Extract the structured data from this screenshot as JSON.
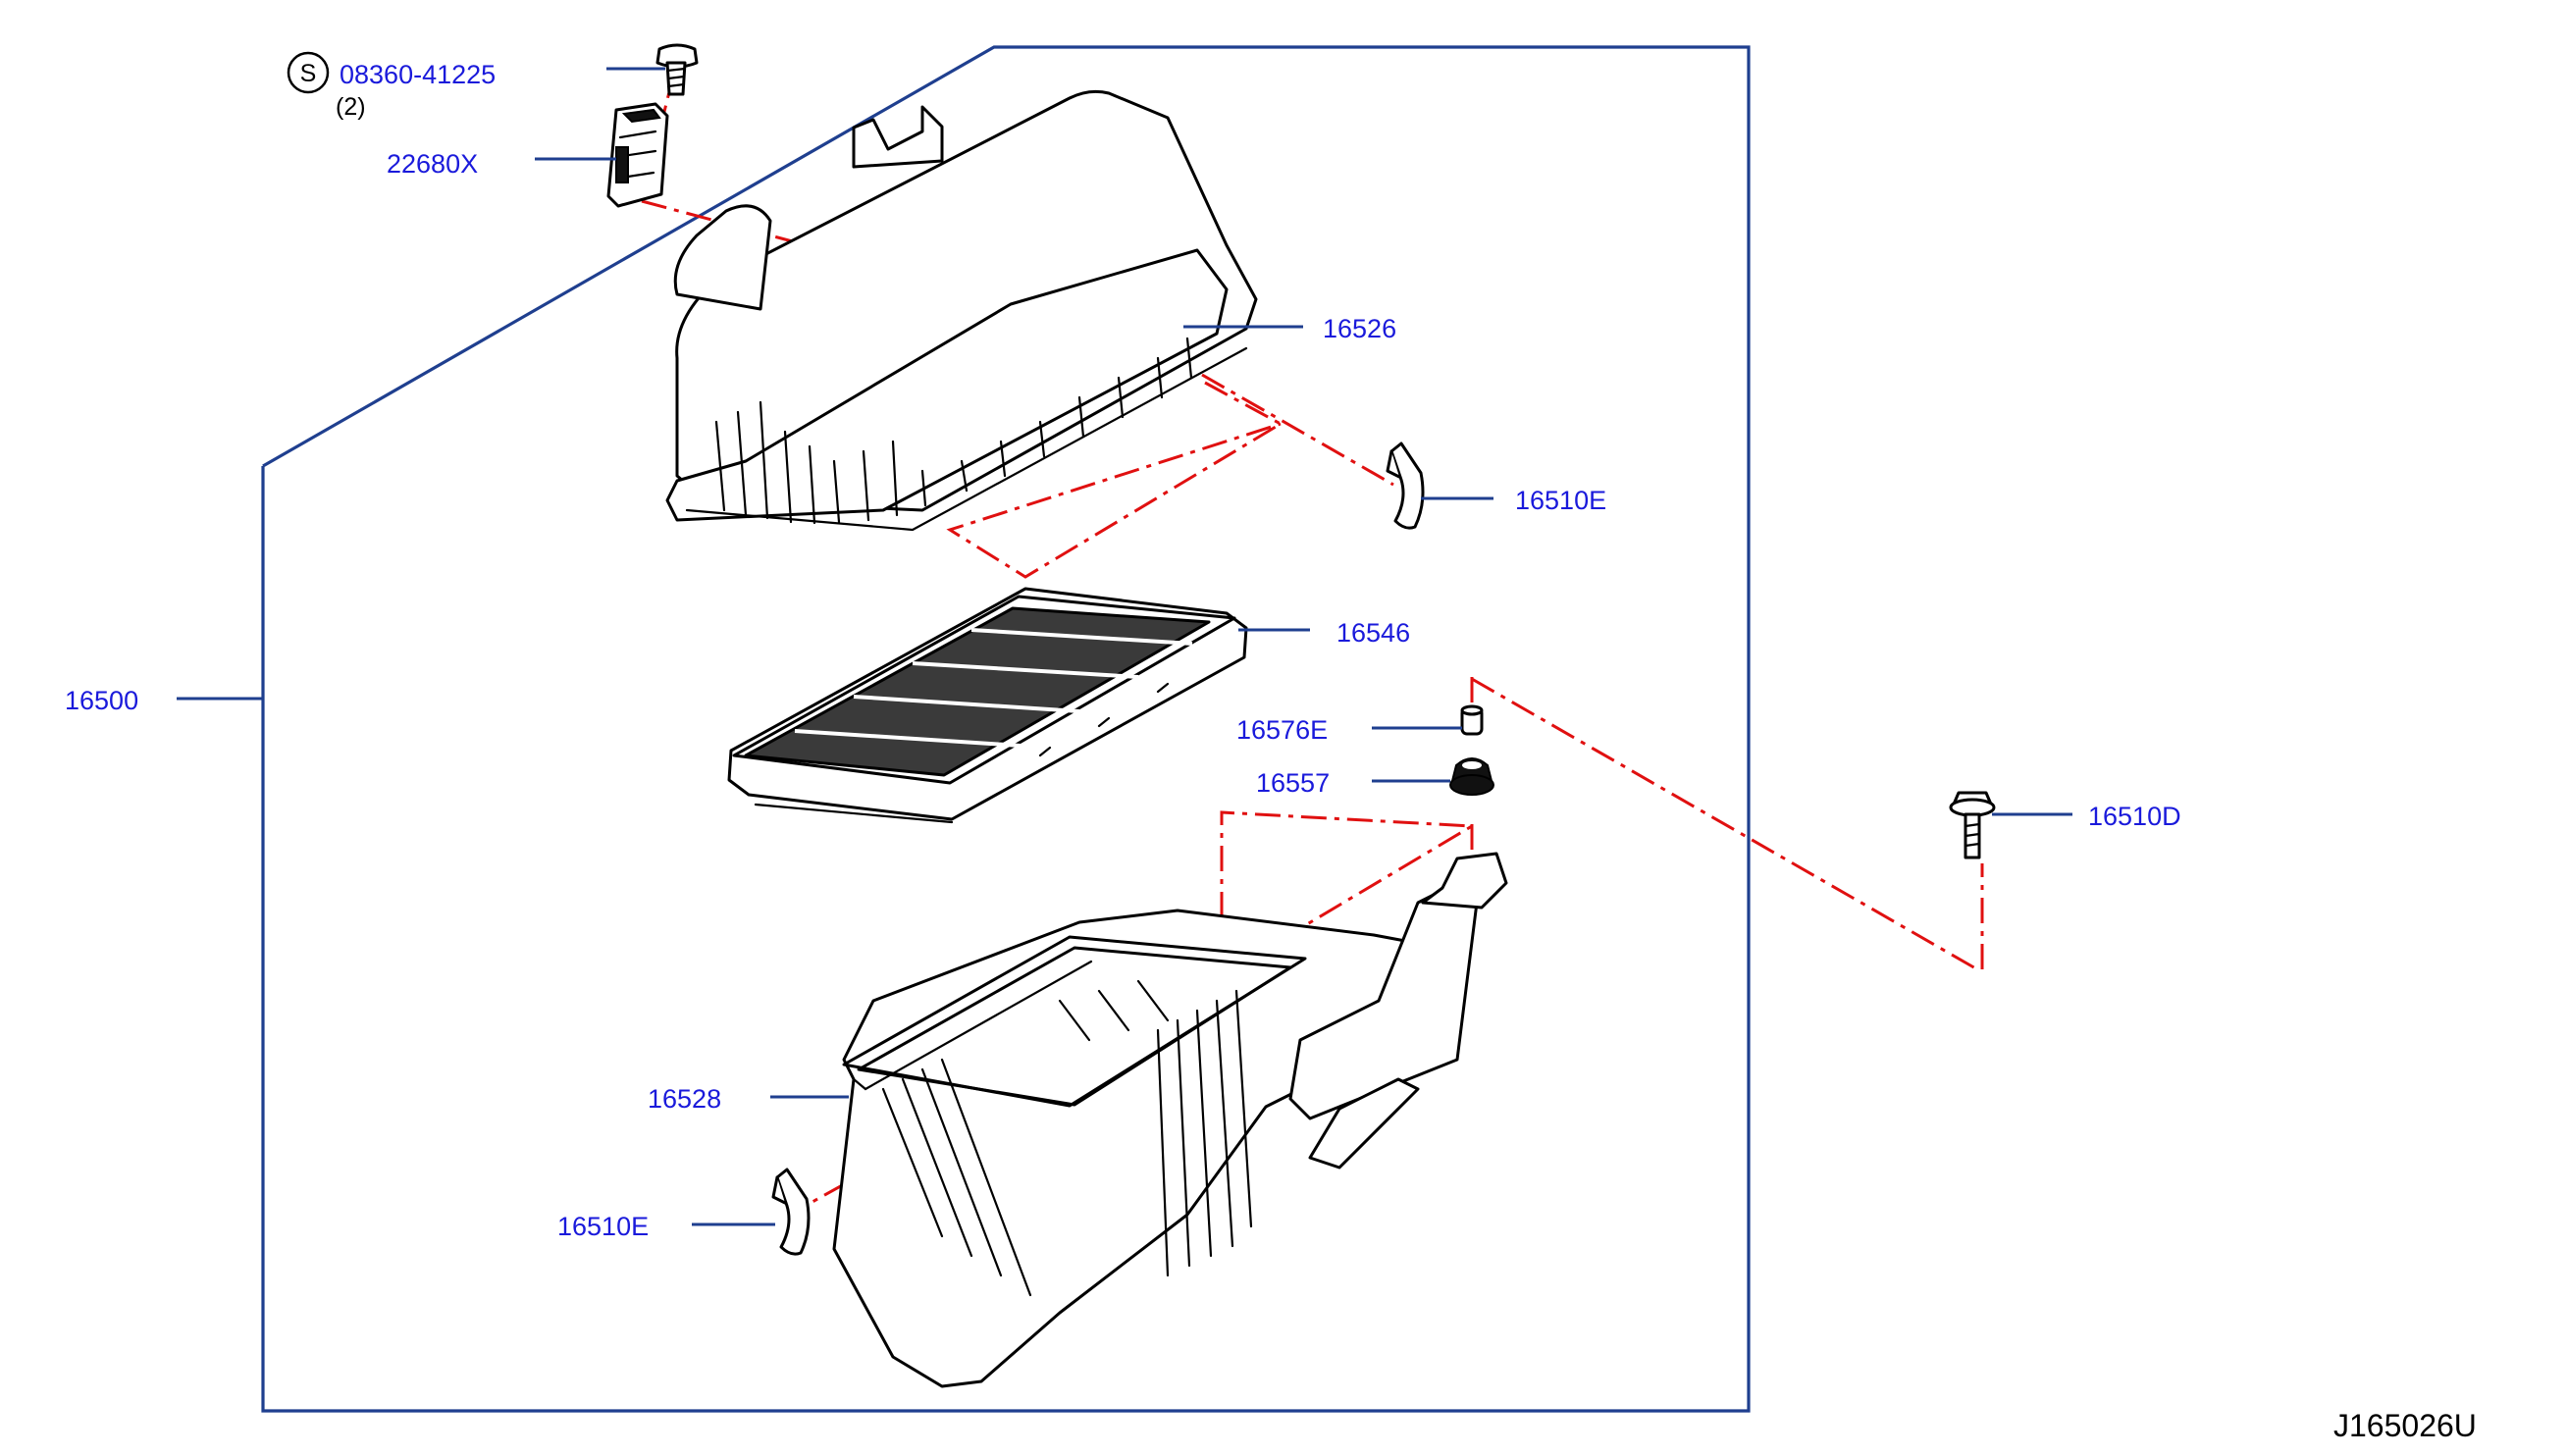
{
  "diagram": {
    "reference_code": "J165026U",
    "callouts": {
      "screw": {
        "part_no": "08360-41225",
        "standard_symbol": "S",
        "quantity": "(2)"
      },
      "sensor": {
        "part_no": "22680X"
      },
      "upper_cover": {
        "part_no": "16526"
      },
      "clip_upper": {
        "part_no": "16510E"
      },
      "filter_element": {
        "part_no": "16546"
      },
      "assembly": {
        "part_no": "16500"
      },
      "collar": {
        "part_no": "16576E"
      },
      "grommet": {
        "part_no": "16557"
      },
      "bolt": {
        "part_no": "16510D"
      },
      "lower_case": {
        "part_no": "16528"
      },
      "clip_lower": {
        "part_no": "16510E"
      }
    }
  }
}
